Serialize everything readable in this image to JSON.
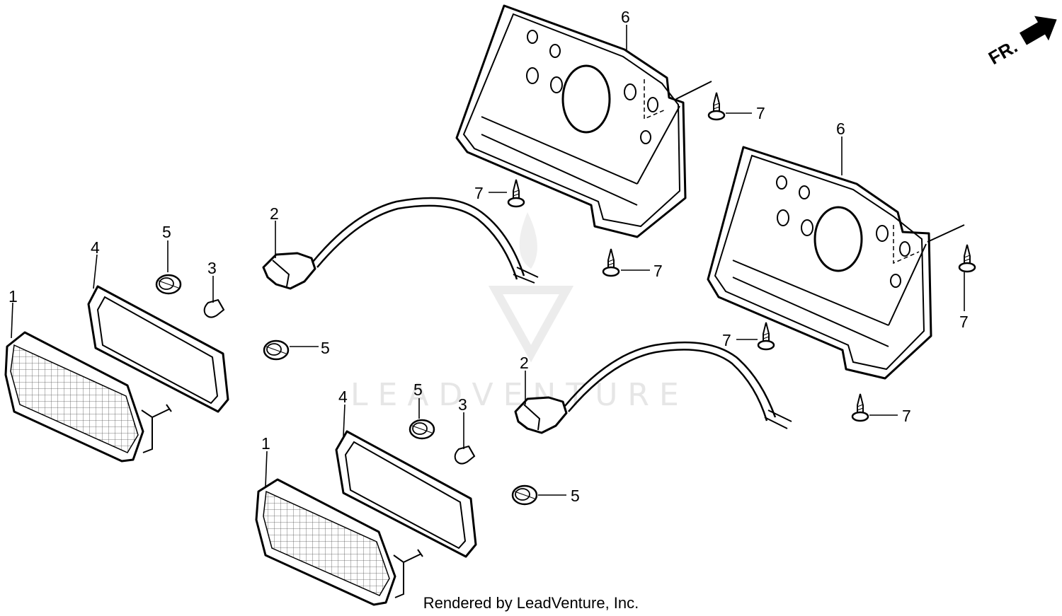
{
  "direction_label": "FR.",
  "callouts": {
    "lens_a": "1",
    "lens_b": "1",
    "socket_a": "2",
    "socket_b": "2",
    "bulb_a": "3",
    "bulb_b": "3",
    "gasket_a": "4",
    "gasket_b": "4",
    "grommet_a": "5",
    "grommet_b": "5",
    "grommet_c": "5",
    "grommet_d": "5",
    "bracket_a": "6",
    "bracket_b": "6",
    "screw_a": "7",
    "screw_b": "7",
    "screw_c": "7",
    "screw_d": "7",
    "screw_e": "7",
    "screw_f": "7"
  },
  "watermark": "LEADVENTURE",
  "footer": "Rendered by LeadVenture, Inc."
}
